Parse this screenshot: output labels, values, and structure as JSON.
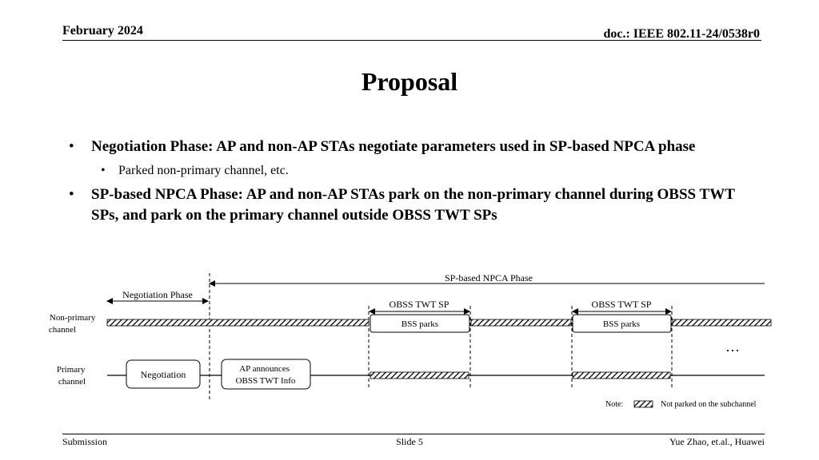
{
  "header": {
    "date": "February 2024",
    "doc": "doc.: IEEE 802.11-24/0538r0"
  },
  "title": "Proposal",
  "bullets": {
    "b1": "Negotiation Phase: AP and non-AP STAs negotiate parameters used in SP-based NPCA phase",
    "b1_sub": "Parked non-primary channel, etc.",
    "b2": "SP-based NPCA Phase: AP and non-AP STAs park on the non-primary channel during OBSS TWT SPs, and park on the primary channel outside OBSS TWT SPs",
    "marker": "•"
  },
  "diagram": {
    "npca_phase_label": "SP-based NPCA Phase",
    "negotiation_phase_label": "Negotiation Phase",
    "obss_sp_label_1": "OBSS TWT SP",
    "obss_sp_label_2": "OBSS TWT SP",
    "non_primary_label_1": "Non-primary",
    "non_primary_label_2": "channel",
    "primary_label_1": "Primary",
    "primary_label_2": "channel",
    "bss_parks_1": "BSS parks",
    "bss_parks_2": "BSS parks",
    "negotiation_box": "Negotiation",
    "ap_announces_1": "AP announces",
    "ap_announces_2": "OBSS TWT Info",
    "ellipsis": "…",
    "note_label": "Note:",
    "note_text": "Not parked on the subchannel"
  },
  "footer": {
    "left": "Submission",
    "center": "Slide 5",
    "right": "Yue Zhao, et.al., Huawei"
  }
}
